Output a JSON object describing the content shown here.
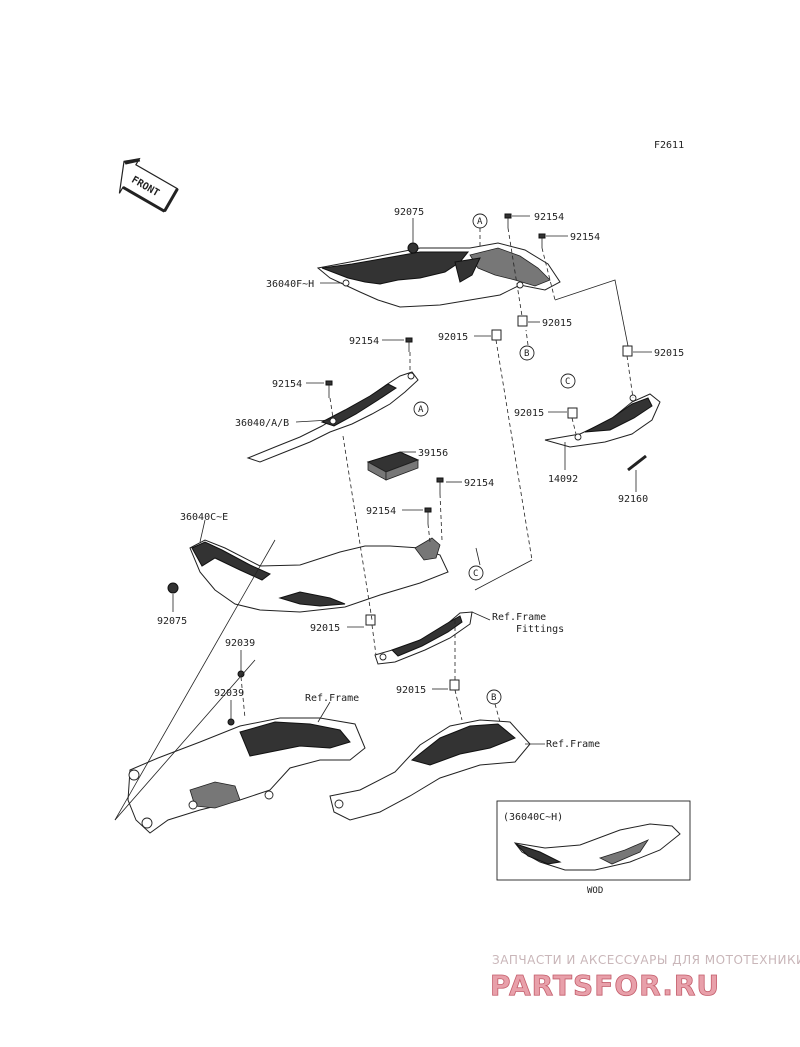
{
  "code": "F2611",
  "front": "FRONT",
  "parts": {
    "p92075a": "92075",
    "p92154a": "92154",
    "p92154b": "92154",
    "p36040fh": "36040F~H",
    "p92015a": "92015",
    "p92015b": "92015",
    "p92015c": "92015",
    "p92154c": "92154",
    "p92154d": "92154",
    "p36040ab": "36040/A/B",
    "p39156": "39156",
    "p92015d": "92015",
    "p14092": "14092",
    "p92160": "92160",
    "p92154e": "92154",
    "p92154f": "92154",
    "p36040ce": "36040C~E",
    "p92075b": "92075",
    "p92015e": "92015",
    "p92039a": "92039",
    "p92039b": "92039",
    "p92015f": "92015"
  },
  "refs": {
    "frame_fittings_1": "Ref.Frame",
    "frame_fittings_2": "Fittings",
    "frame_left": "Ref.Frame",
    "frame_right": "Ref.Frame"
  },
  "markers": {
    "a1": "A",
    "a2": "A",
    "b1": "B",
    "b2": "B",
    "c1": "C",
    "c2": "C"
  },
  "inset": {
    "label": "(36040C~H)",
    "caption": "WOD"
  },
  "watermark": {
    "tagline": "ЗАПЧАСТИ И АКСЕССУАРЫ ДЛЯ МОТОТЕХНИКИ",
    "brand": "PARTSFOR.RU"
  }
}
